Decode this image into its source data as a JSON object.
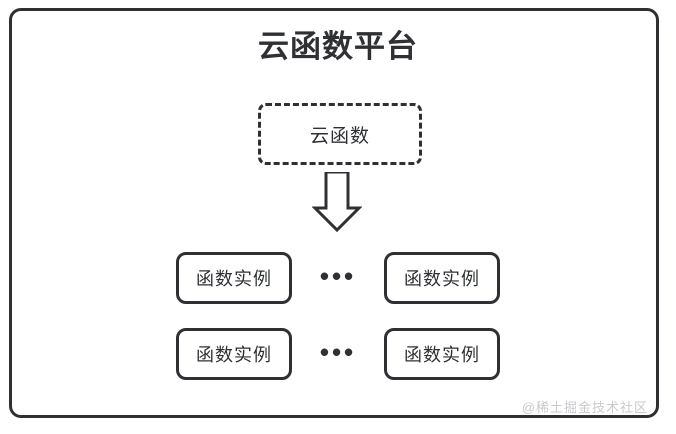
{
  "diagram": {
    "title": "云函数平台",
    "platform_box": {
      "border_color": "#2f3033",
      "background": "#ffffff"
    },
    "function_node": {
      "label": "云函数",
      "style": "dashed"
    },
    "arrow": {
      "icon": "down-arrow-outline",
      "direction": "down"
    },
    "rows": [
      {
        "left_instance": "函数实例",
        "ellipsis": "•••",
        "right_instance": "函数实例"
      },
      {
        "left_instance": "函数实例",
        "ellipsis": "•••",
        "right_instance": "函数实例"
      }
    ],
    "watermark": "@稀土掘金技术社区",
    "colors": {
      "stroke": "#2f3033",
      "background": "#ffffff",
      "watermark": "#c9cacc"
    }
  }
}
